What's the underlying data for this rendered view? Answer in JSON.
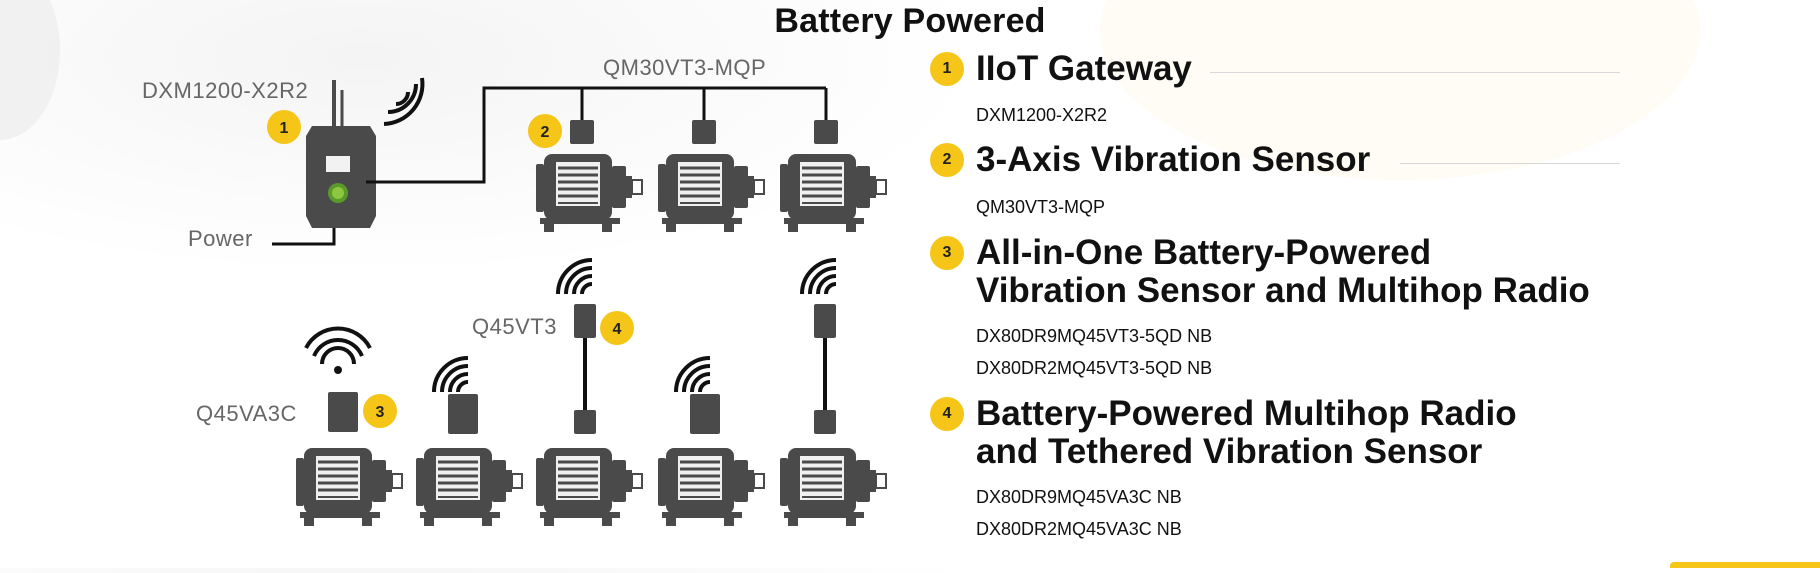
{
  "title": "Battery Powered",
  "diagram": {
    "gateway_label": "DXM1200-X2R2",
    "power_label": "Power",
    "wired_sensor_label": "QM30VT3-MQP",
    "tethered_sensor_label": "Q45VT3",
    "allinone_sensor_label": "Q45VA3C",
    "badges": [
      "1",
      "2",
      "3",
      "4"
    ]
  },
  "legend": {
    "items": [
      {
        "number": "1",
        "title_lines": [
          "IIoT Gateway"
        ],
        "models": [
          "DXM1200-X2R2"
        ]
      },
      {
        "number": "2",
        "title_lines": [
          "3-Axis Vibration Sensor"
        ],
        "models": [
          "QM30VT3-MQP"
        ]
      },
      {
        "number": "3",
        "title_lines": [
          "All-in-One Battery-Powered",
          "Vibration Sensor and Multihop Radio"
        ],
        "models": [
          "DX80DR9MQ45VT3-5QD NB",
          "DX80DR2MQ45VT3-5QD NB"
        ]
      },
      {
        "number": "4",
        "title_lines": [
          "Battery-Powered Multihop Radio",
          "and Tethered Vibration Sensor"
        ],
        "models": [
          "DX80DR9MQ45VA3C NB",
          "DX80DR2MQ45VA3C NB"
        ]
      }
    ]
  },
  "colors": {
    "accent": "#f5c518",
    "device": "#4a4a4a",
    "wire": "#111111",
    "label": "#666666"
  }
}
